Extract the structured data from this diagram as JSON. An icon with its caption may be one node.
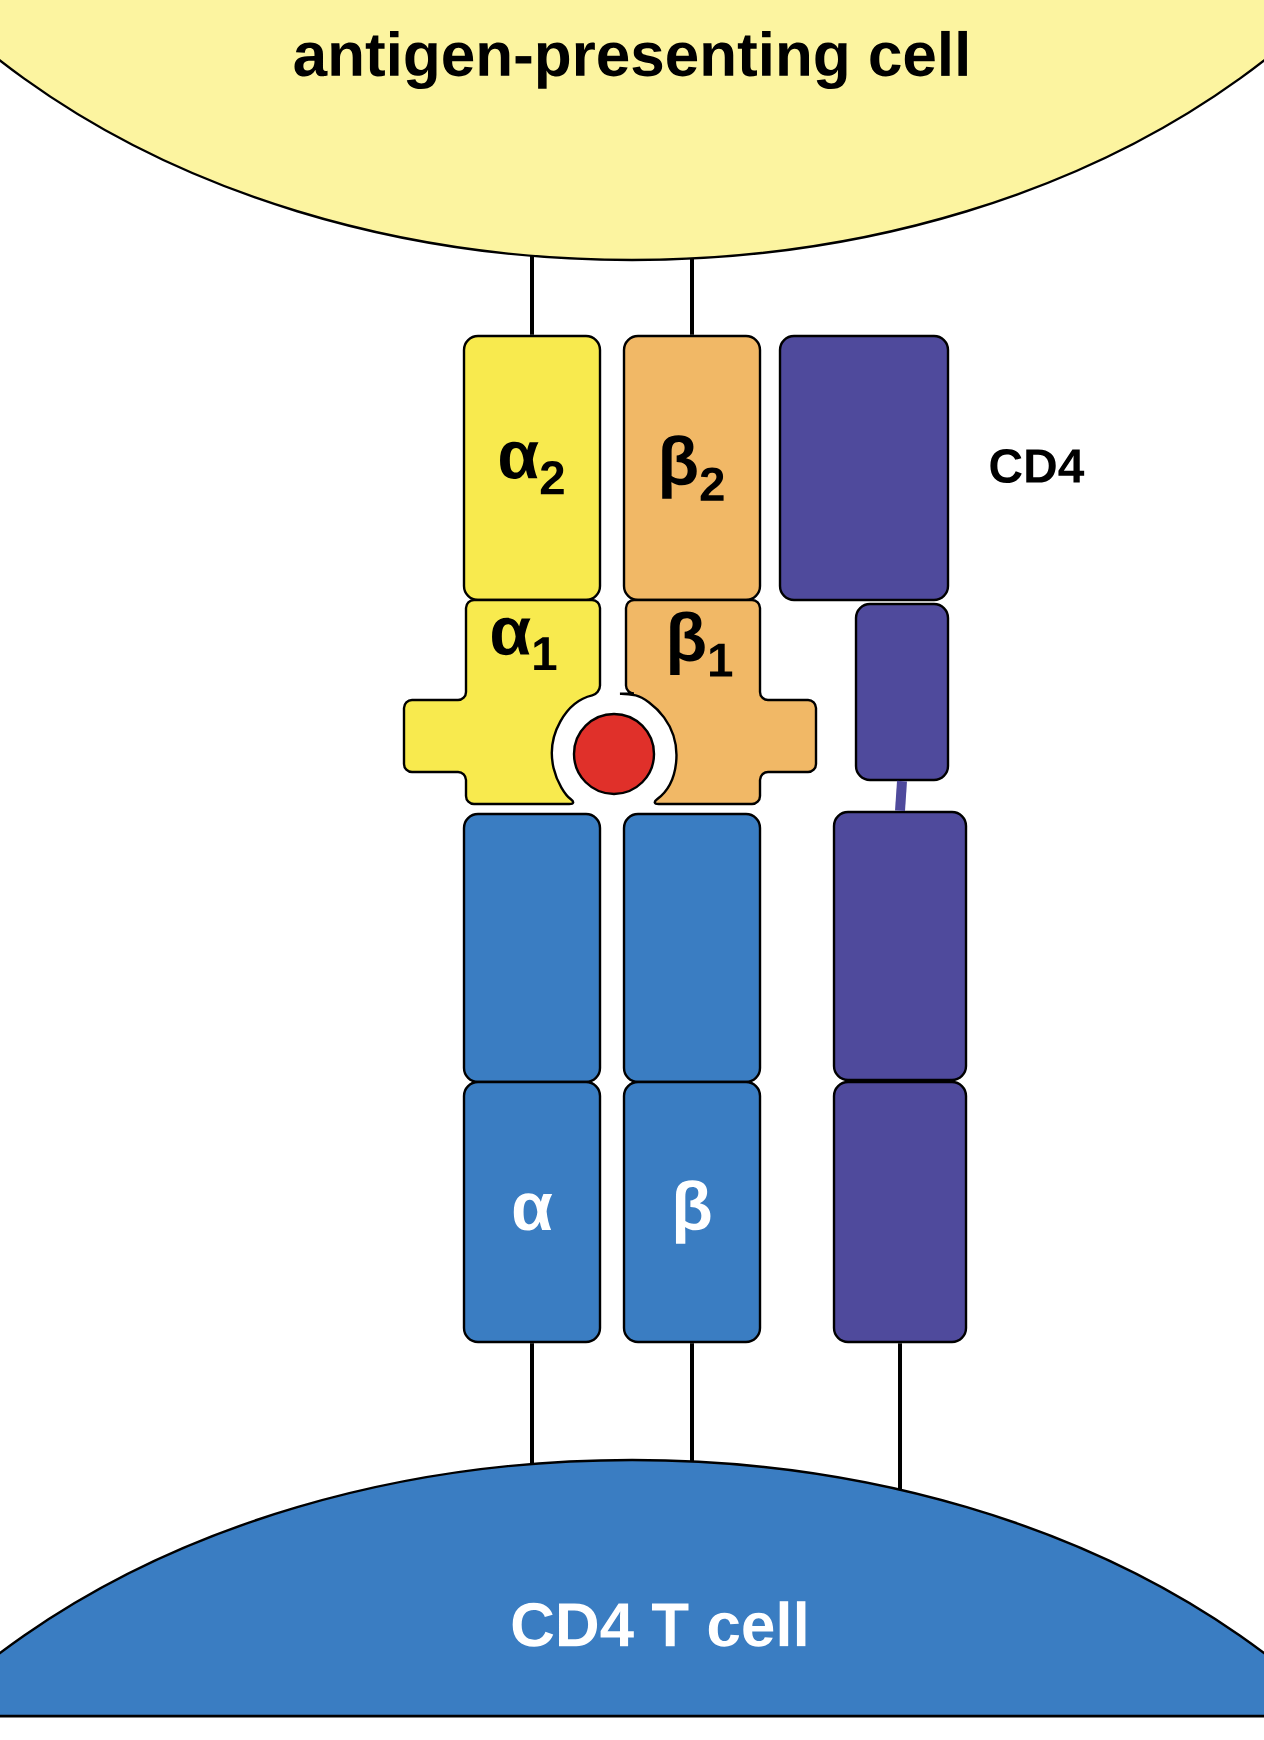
{
  "diagram": {
    "nodes": [
      {
        "text": [
          "antigen-presenting cell"
        ]
      },
      {
        "text": [
          "α$_{2}$"
        ]
      },
      {
        "text": [
          "β$_{2}$"
        ]
      },
      {
        "text": [
          "α$_{1}$"
        ]
      },
      {
        "text": [
          "β$_{1}$"
        ]
      },
      {
        "text": [],
        "shape": "circle"
      },
      {
        "text": [],
        "shape": "box"
      },
      {
        "text": [],
        "shape": "box"
      },
      {
        "text": [
          "α"
        ]
      },
      {
        "text": [
          "β"
        ]
      },
      {
        "text": [],
        "shape": "box",
        "beside": [
          "CD4"
        ]
      },
      {
        "text": [],
        "shape": "box"
      },
      {
        "text": [],
        "shape": "box"
      },
      {
        "text": [],
        "shape": "box"
      },
      {
        "text": [
          "CD4  T cell"
        ]
      }
    ],
    "edges": [
      {
        "from": 0,
        "to": 1,
        "arrow": "none"
      },
      {
        "from": 0,
        "to": 2,
        "arrow": "none"
      },
      {
        "from": 8,
        "to": 14,
        "arrow": "none"
      },
      {
        "from": 9,
        "to": 14,
        "arrow": "none"
      },
      {
        "from": 13,
        "to": 14,
        "arrow": "none"
      },
      {
        "from": 11,
        "to": 12,
        "arrow": "none",
        "style": "thick",
        "color": "#4f4a9c"
      }
    ]
  }
}
